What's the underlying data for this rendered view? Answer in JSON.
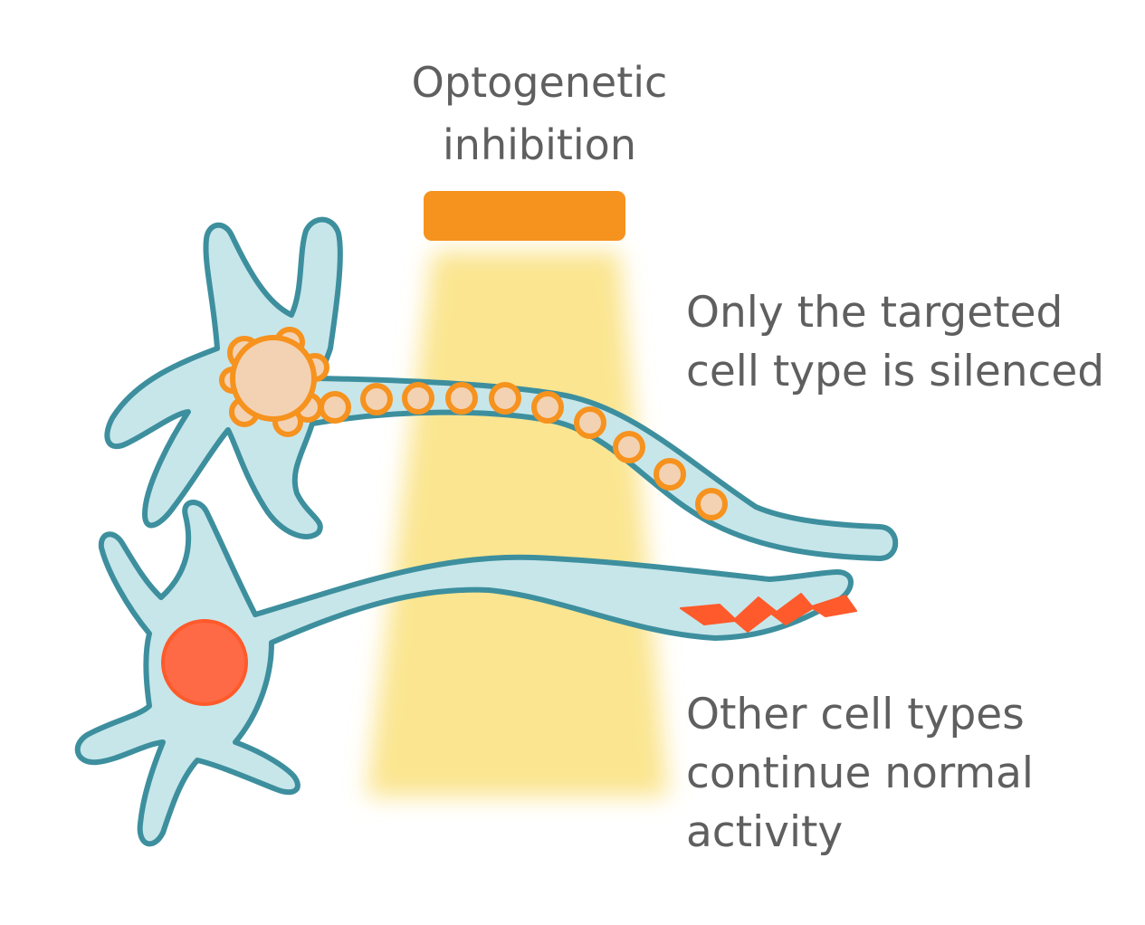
{
  "title": {
    "line1": "Optogenetic",
    "line2": "inhibition"
  },
  "annotation_targeted": {
    "line1": "Only the targeted",
    "line2": "cell type is silenced"
  },
  "annotation_other": {
    "line1": "Other cell types",
    "line2": "continue normal",
    "line3": "activity"
  },
  "colors": {
    "light_source": "#f6921e",
    "light_beam": "#fbe590",
    "cell_fill": "#c7e6ea",
    "cell_outline": "#3d8f9e",
    "silenced_nucleus": "#f3d2b3",
    "vesicle_outline": "#f6921e",
    "active_nucleus": "#fe6a45",
    "action_potential": "#ff5a2b",
    "text": "#5f5f5f"
  },
  "icons": {
    "action_potential": "lightning-bolt-icon"
  }
}
